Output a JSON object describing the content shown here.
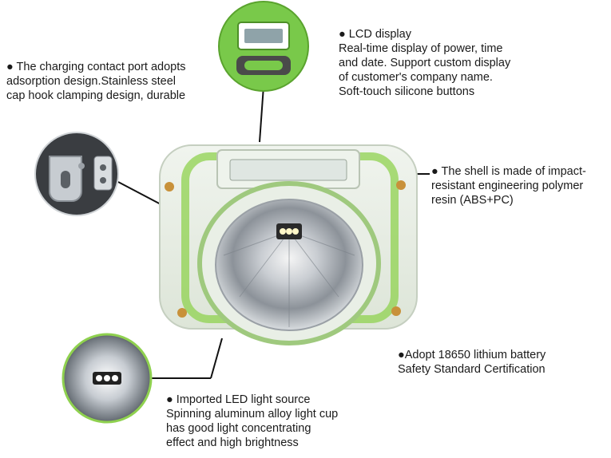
{
  "callouts": {
    "lcd": {
      "lines": [
        "● LCD display",
        "Real-time display of power, time",
        "and date. Support custom display",
        "of customer's company name.",
        "Soft-touch silicone buttons"
      ]
    },
    "port": {
      "lines": [
        "● The charging contact port adopts",
        "adsorption design.Stainless steel",
        "cap hook clamping design, durable"
      ]
    },
    "shell": {
      "lines": [
        "● The shell is made of impact-",
        "resistant engineering polymer",
        "resin (ABS+PC)"
      ]
    },
    "battery": {
      "lines": [
        "●Adopt 18650 lithium battery",
        "Safety Standard Certification"
      ]
    },
    "led": {
      "lines": [
        "● Imported LED light source",
        "Spinning aluminum alloy light cup",
        "has good light concentrating",
        "effect and high brightness"
      ]
    }
  },
  "colors": {
    "shell_green": "#8fd14f",
    "shell_clear": "#e4ece0",
    "lcd_green": "#79c94a",
    "metal": "#a8aeb5"
  }
}
